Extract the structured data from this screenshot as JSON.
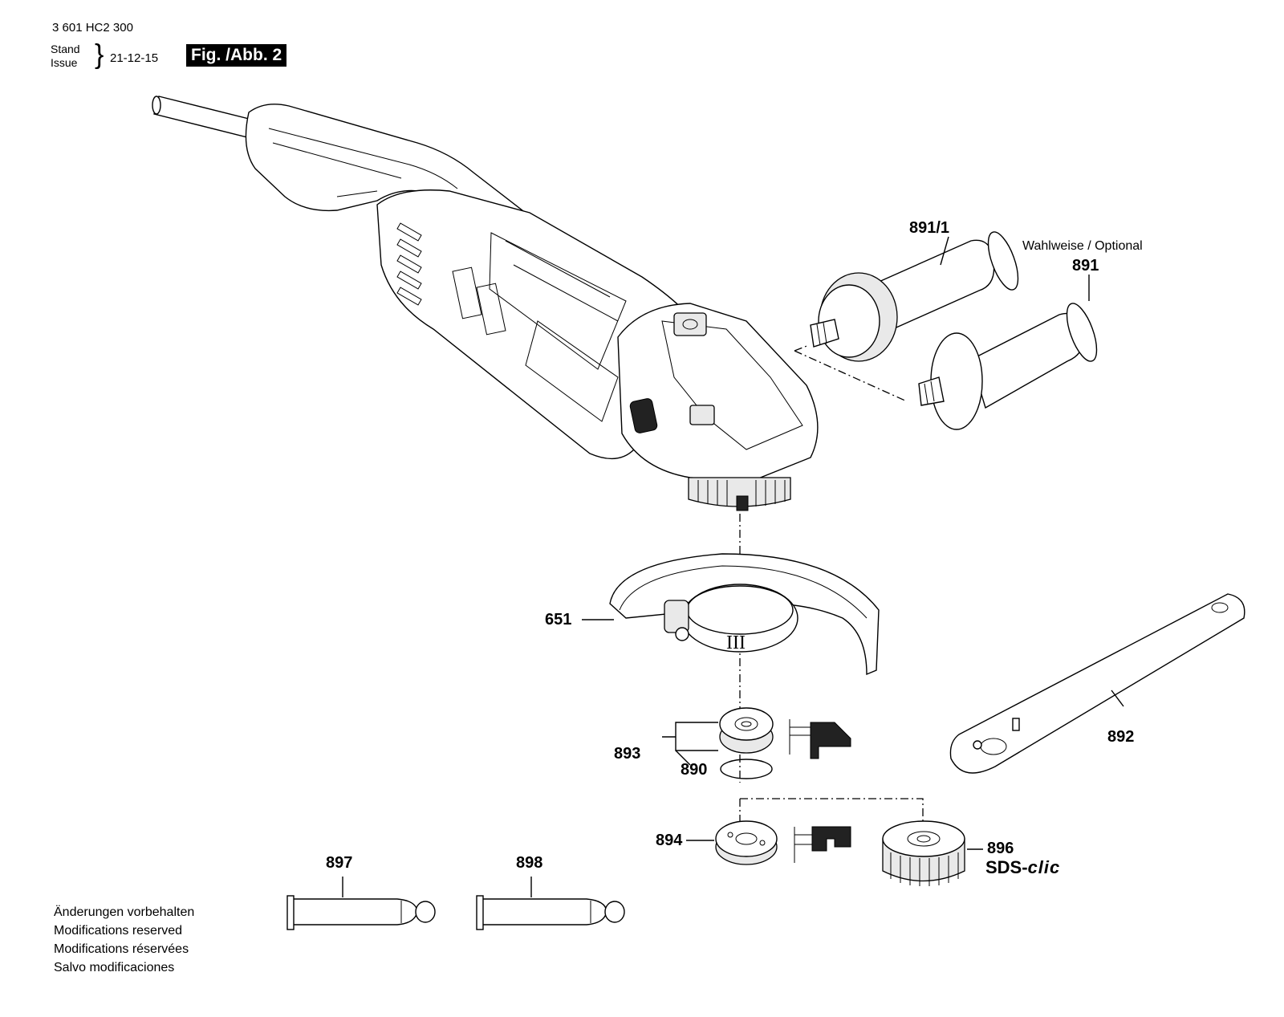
{
  "header": {
    "doc_number": "3 601 HC2 300",
    "stand_label": "Stand",
    "issue_label": "Issue",
    "brace": "}",
    "date": "21-12-15",
    "figure_label": "Fig. /Abb. 2"
  },
  "optional_note": "Wahlweise / Optional",
  "parts": {
    "p891_1": "891/1",
    "p891": "891",
    "p651": "651",
    "p892": "892",
    "p893": "893",
    "p890": "890",
    "p894": "894",
    "p896": "896",
    "p897": "897",
    "p898": "898"
  },
  "sds": {
    "prefix": "SDS-",
    "suffix": "clic"
  },
  "guard_marking": "III",
  "footer_notes": [
    "Änderungen vorbehalten",
    "Modifications reserved",
    "Modifications réservées",
    "Salvo modificaciones"
  ]
}
